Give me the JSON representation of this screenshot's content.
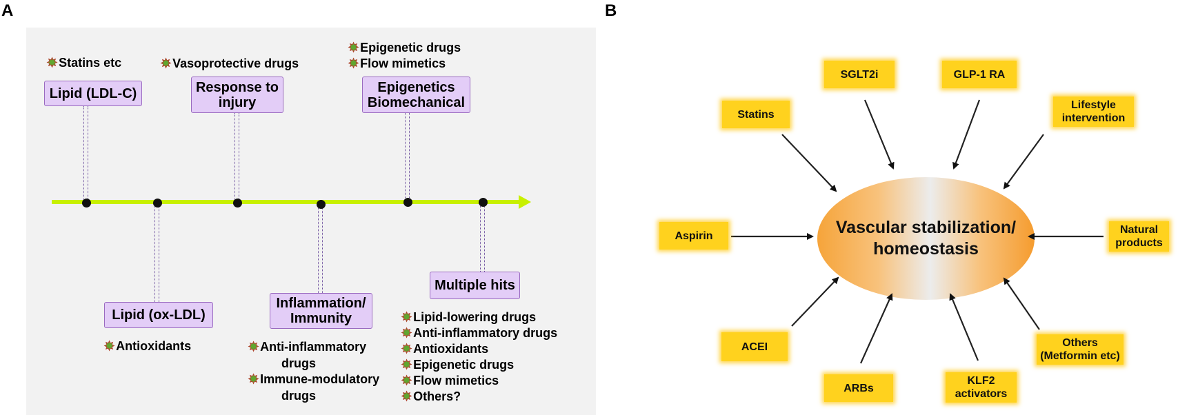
{
  "panel_a": {
    "letter": "A",
    "line_color": "#c8f000",
    "nodes": [
      {
        "title_1": "Lipid (LDL-C)",
        "title_2": "",
        "drugs": [
          "Statins etc"
        ]
      },
      {
        "title_1": "Lipid (ox-LDL)",
        "title_2": "",
        "drugs": [
          "Antioxidants"
        ]
      },
      {
        "title_1": "Response to",
        "title_2": "injury",
        "drugs": [
          "Vasoprotective drugs"
        ]
      },
      {
        "title_1": "Inflammation/",
        "title_2": "Immunity",
        "drugs": [
          "Anti-inflammatory",
          "drugs",
          "Immune-modulatory",
          "drugs"
        ]
      },
      {
        "title_1": "Epigenetics",
        "title_2": "Biomechanical",
        "drugs": [
          "Epigenetic drugs",
          "Flow mimetics"
        ]
      },
      {
        "title_1": "Multiple hits",
        "title_2": "",
        "drugs": [
          "Lipid-lowering drugs",
          "Anti-inflammatory drugs",
          "Antioxidants",
          "Epigenetic drugs",
          "Flow mimetics",
          "Others?"
        ]
      }
    ]
  },
  "panel_b": {
    "letter": "B",
    "center_line_1": "Vascular stabilization/",
    "center_line_2": "homeostasis",
    "box_color": "#ffd21e",
    "items": [
      {
        "line_1": "Statins",
        "line_2": ""
      },
      {
        "line_1": "SGLT2i",
        "line_2": ""
      },
      {
        "line_1": "GLP-1 RA",
        "line_2": ""
      },
      {
        "line_1": "Lifestyle",
        "line_2": "intervention"
      },
      {
        "line_1": "Aspirin",
        "line_2": ""
      },
      {
        "line_1": "Natural",
        "line_2": "products"
      },
      {
        "line_1": "ACEI",
        "line_2": ""
      },
      {
        "line_1": "ARBs",
        "line_2": ""
      },
      {
        "line_1": "KLF2",
        "line_2": "activators"
      },
      {
        "line_1": "Others",
        "line_2": "(Metformin etc)"
      }
    ]
  }
}
